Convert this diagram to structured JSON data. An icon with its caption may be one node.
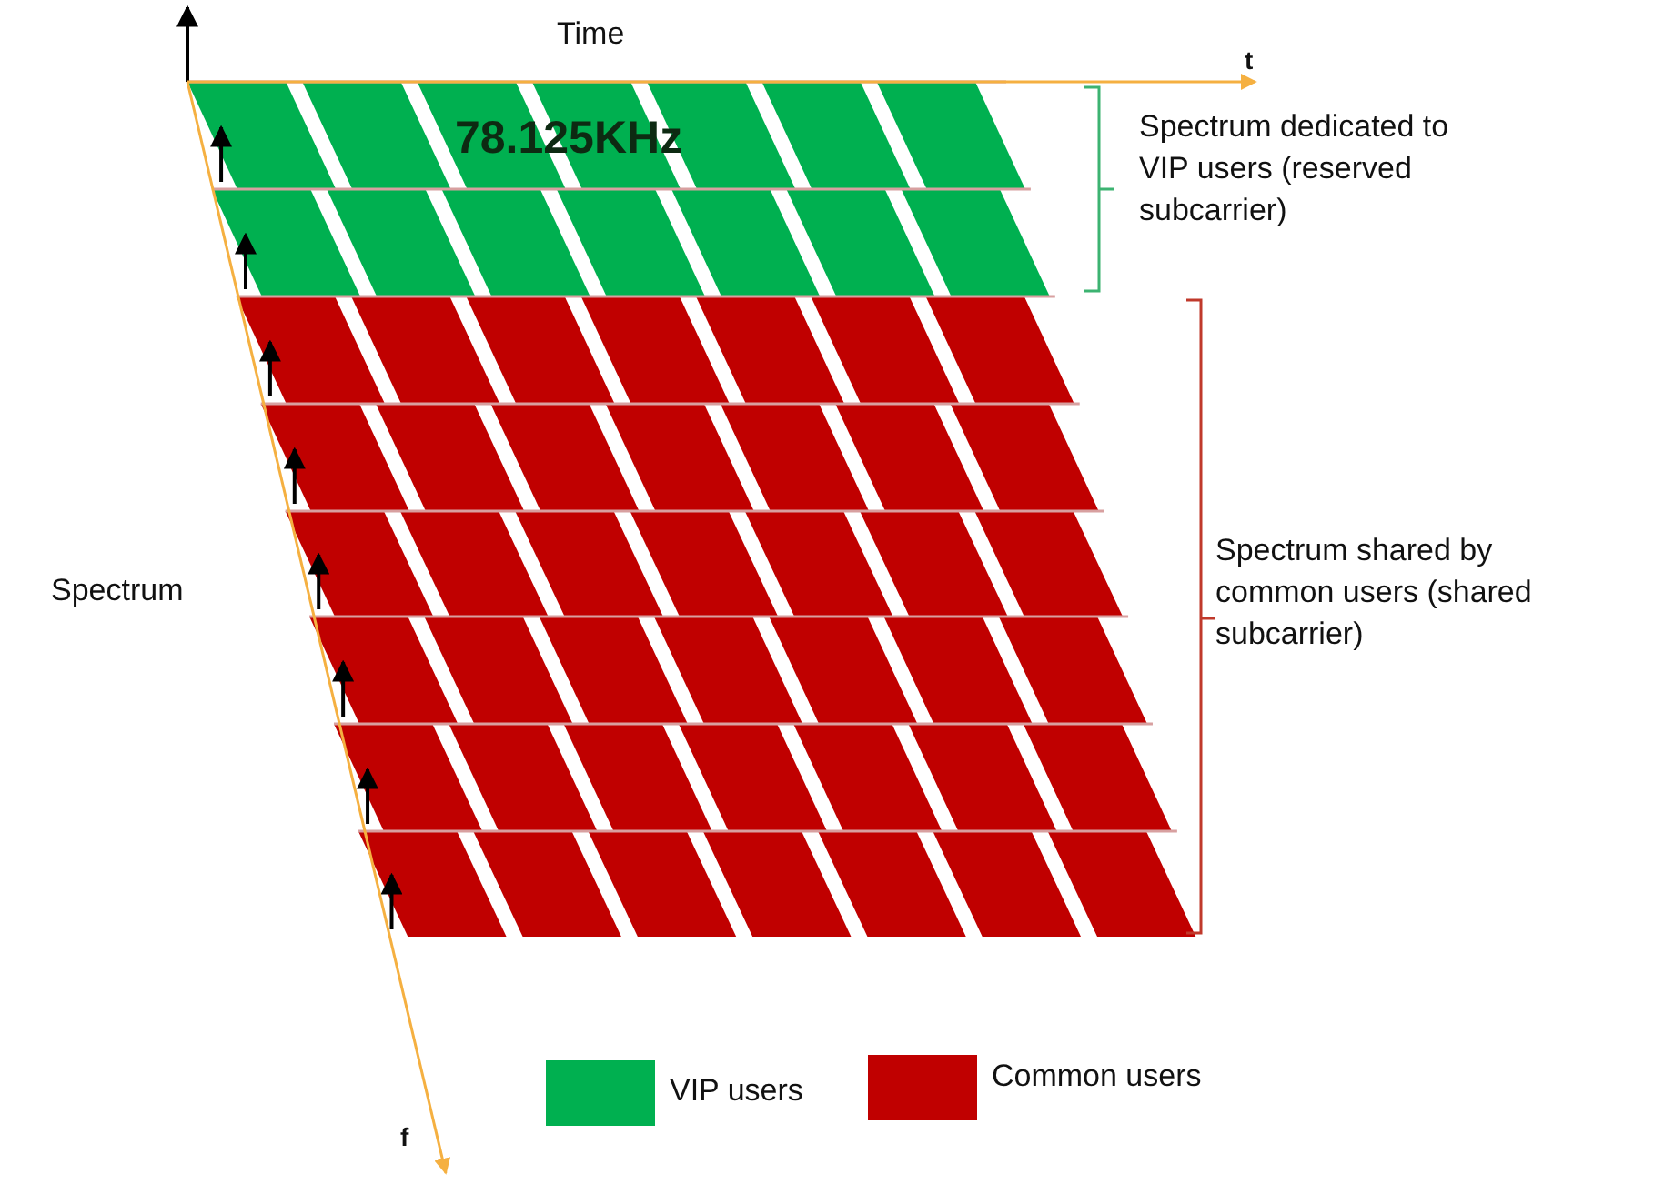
{
  "diagram": {
    "labels": [
      "Time",
      "t",
      "78.125KHz",
      "Spectrum dedicated to VIP users (reserved subcarrier)",
      "Spectrum shared by common users (shared subcarrier)",
      "Spectrum",
      "f"
    ],
    "legend": [
      {
        "text": "VIP users",
        "color": "#00b050"
      },
      {
        "text": "Common users",
        "color": "#c00000"
      }
    ]
  }
}
